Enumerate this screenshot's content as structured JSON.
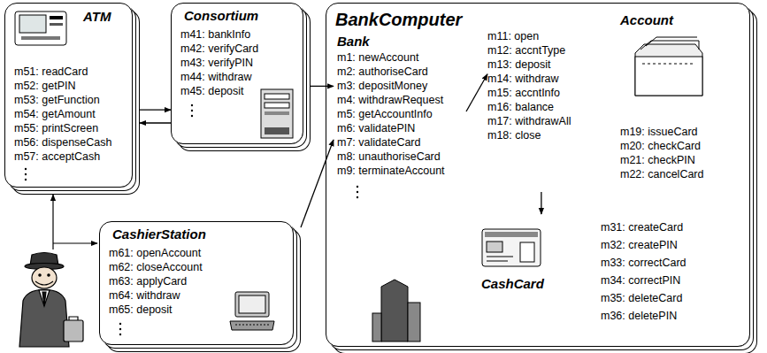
{
  "diagram": {
    "nodes": [
      {
        "text": [
          "ATM",
          "m51: readCard",
          "m52: getPIN",
          "m53: getFunction",
          "m54: getAmount",
          "m55: printScreen",
          "m56: dispenseCash",
          "m57: acceptCash"
        ]
      },
      {
        "text": [
          "Consortium",
          "m41: bankInfo",
          "m42: verifyCard",
          "m43: verifyPIN",
          "m44: withdraw",
          "m45: deposit"
        ]
      },
      {
        "text": [
          "BankComputer"
        ]
      },
      {
        "text": [
          "Bank",
          "m1: newAccount",
          "m2: authoriseCard",
          "m3: depositMoney",
          "m4: withdrawRequest",
          "m5: getAccountInfo",
          "m6: validatePIN",
          "m7: validateCard",
          "m8: unauthoriseCard",
          "m9: terminateAccount"
        ],
        "in": 2
      },
      {
        "text": [
          "Account",
          "m11: open",
          "m12: accntType",
          "m13: deposit",
          "m14: withdraw",
          "m15: accntInfo",
          "m16: balance",
          "m17: withdrawAll",
          "m18: close",
          "m19: issueCard",
          "m20: checkCard",
          "m21: checkPIN",
          "m22: cancelCard"
        ],
        "in": 2
      },
      {
        "text": [
          "CashCard",
          "m31: createCard",
          "m32: createPIN",
          "m33: correctCard",
          "m34: correctPIN",
          "m35: deleteCard",
          "m36: deletePIN"
        ],
        "in": 2
      },
      {
        "text": [
          "CashierStation",
          "m61: openAccount",
          "m62: closeAccount",
          "m63: applyCard",
          "m64: withdraw",
          "m65: deposit"
        ]
      }
    ],
    "edges": [
      {
        "from": 0,
        "to": 1,
        "arrow": "to"
      },
      {
        "from": 1,
        "to": 0,
        "arrow": "to"
      },
      {
        "from": 1,
        "to": 3,
        "arrow": "to"
      },
      {
        "from": 6,
        "to": 3,
        "arrow": "to"
      },
      {
        "from": 3,
        "to": 4,
        "arrow": "to"
      },
      {
        "from": 4,
        "to": 5,
        "arrow": "to"
      }
    ]
  }
}
